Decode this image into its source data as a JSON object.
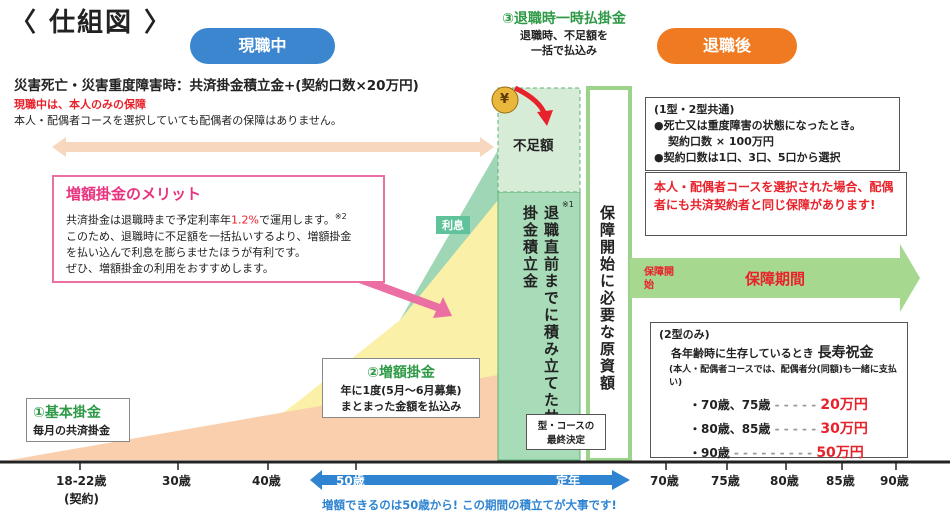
{
  "title": "〈 仕組図 〉",
  "phases": {
    "current": "現職中",
    "retired": "退職後"
  },
  "benefit": {
    "line1": "災害死亡・災害重度障害時：共済掛金積立金+(契約口数×20万円)",
    "line2": "現職中は、本人のみの保障",
    "line3": "本人・配偶者コースを選択していても配偶者の保障はありません。"
  },
  "merit": {
    "heading": "増額掛金のメリット",
    "line1a": "共済掛金は退職時まで予定利率年",
    "rate": "1.2%",
    "line1b": "で運用します。",
    "note": "※2",
    "line2": "このため、退職時に不足額を一括払いするより、増額掛金",
    "line3": "を払い込んで利息を膨らませたほうが有利です。",
    "line4": "ぜひ、増額掛金の利用をおすすめします。"
  },
  "interest_label": "利息",
  "lump_sum": {
    "heading": "③退職時一時払掛金",
    "sub1": "退職時、不足額を",
    "sub2": "一括で払込み",
    "coin": "¥"
  },
  "shortfall": "不足額",
  "accumulated": {
    "text": "退職直前までに積み立てた共済掛金積立金",
    "note": "※1"
  },
  "required_fund": "保障開始に必要な原資額",
  "basic": {
    "heading": "①基本掛金",
    "sub": "毎月の共済掛金"
  },
  "increased": {
    "heading": "②増額掛金",
    "sub1": "年に1度(5月～6月募集)",
    "sub2": "まとまった金額を払込み"
  },
  "decision": {
    "line1": "型・コースの",
    "line2": "最終決定"
  },
  "common": {
    "head": "(1型・2型共通)",
    "b1": "●死亡又は重度障害の状態になったとき。",
    "b1b": "契約口数 × 100万円",
    "b2": "●契約口数は1口、3口、5口から選択"
  },
  "spouse": "本人・配偶者コースを選択された場合、配偶者にも共済契約者と同じ保障があります!",
  "coverage": {
    "start": "保障開始",
    "period": "保障期間"
  },
  "longevity": {
    "head": "(2型のみ)",
    "line": "各年齢時に生存しているとき",
    "big": "長寿祝金",
    "note": "(本人・配偶者コースでは、配偶者分(同額)も一緒に支払い)",
    "rows": [
      {
        "ages": "・70歳、75歳",
        "amount": "20万円"
      },
      {
        "ages": "・80歳、85歳",
        "amount": "30万円"
      },
      {
        "ages": "・90歳",
        "amount": "50万円"
      }
    ]
  },
  "axis": {
    "start": "18-22歳",
    "start_sub": "(契約)",
    "a30": "30歳",
    "a40": "40歳",
    "a50": "50歳",
    "retire": "定年",
    "a70": "70歳",
    "a75": "75歳",
    "a80": "80歳",
    "a85": "85歳",
    "a90": "90歳"
  },
  "footer": "増額できるのは50歳から! この期間の積立てが大事です!",
  "colors": {
    "blue": "#3b86cf",
    "orange": "#f07a22",
    "green": "#2e9a46",
    "pink": "#e8337f",
    "red": "#e8222b"
  }
}
